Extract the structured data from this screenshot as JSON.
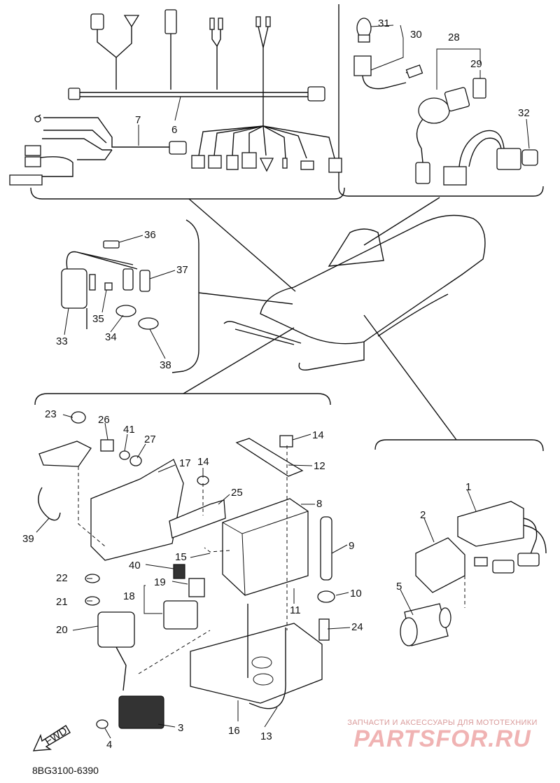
{
  "diagram": {
    "part_code": "8BG3100-6390",
    "fwd_label": "FWD",
    "watermark_tagline": "ЗАПЧАСТИ И АКСЕССУАРЫ ДЛЯ МОТОТЕХНИКИ",
    "watermark_logo": "PARTSFOR.RU",
    "callouts": [
      "1",
      "2",
      "3",
      "4",
      "5",
      "6",
      "7",
      "8",
      "9",
      "10",
      "11",
      "12",
      "13",
      "14",
      "14",
      "15",
      "16",
      "17",
      "18",
      "19",
      "20",
      "21",
      "22",
      "23",
      "24",
      "25",
      "26",
      "27",
      "28",
      "29",
      "30",
      "31",
      "32",
      "33",
      "34",
      "35",
      "36",
      "37",
      "38",
      "39",
      "40",
      "41"
    ]
  }
}
